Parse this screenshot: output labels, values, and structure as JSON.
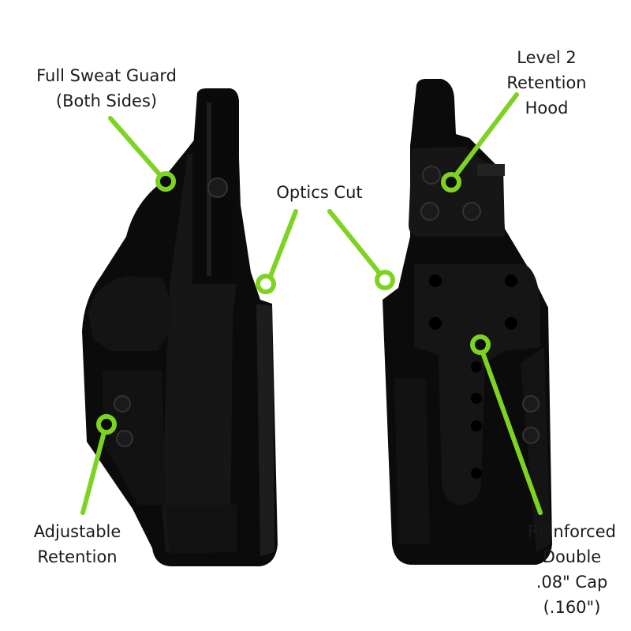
{
  "callouts": {
    "sweat_guard": [
      "Full Sweat Guard",
      "(Both Sides)"
    ],
    "retention_hood": [
      "Level 2",
      "Retention",
      "Hood"
    ],
    "optics_cut": [
      "Optics Cut"
    ],
    "adjustable_retention": [
      "Adjustable",
      "Retention"
    ],
    "reinforced": [
      "Reinforced",
      "Double",
      ".08\" Cap",
      "(.160\")"
    ]
  },
  "colors": {
    "background": "#ffffff",
    "holster": "#0b0b0b",
    "holster_shade": "#1c1c1c",
    "holster_highlight": "#2e2e2e",
    "callout_accent": "#7ed321",
    "text": "#1a1a1a"
  }
}
